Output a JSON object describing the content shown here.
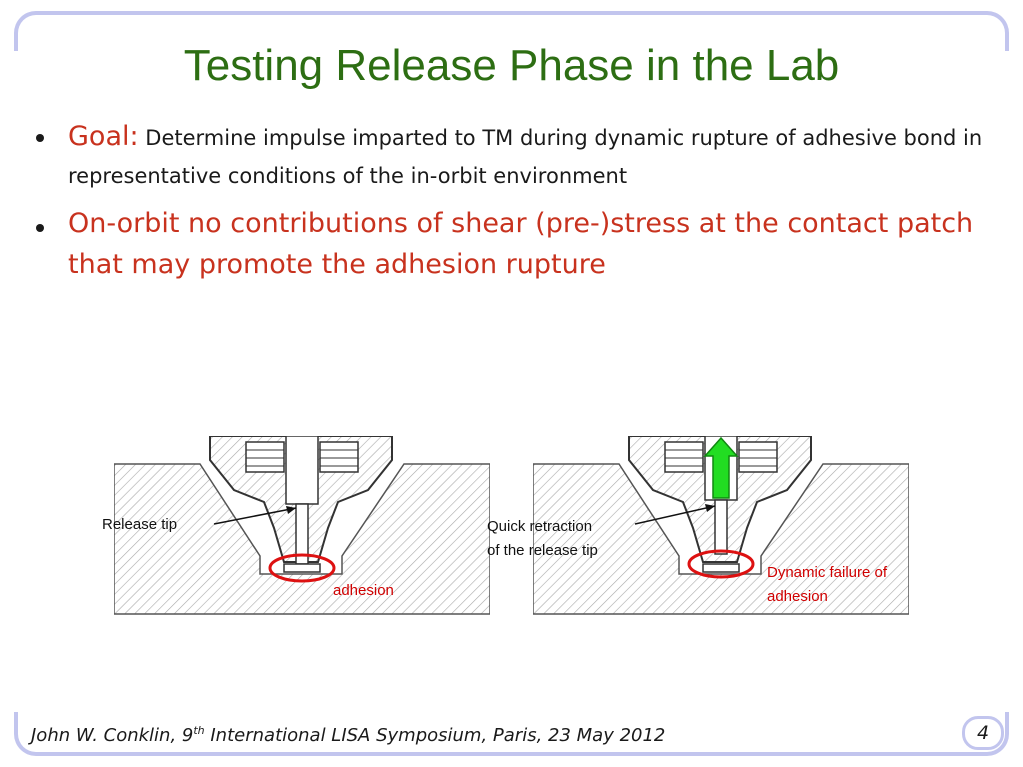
{
  "slide": {
    "title": "Testing Release Phase in the Lab",
    "bullets": [
      {
        "lead": "Goal:",
        "text": "Determine impulse imparted to TM during dynamic rupture of adhesive bond in representative conditions of the in-orbit environment"
      },
      {
        "text": "On-orbit no contributions of shear (pre-)stress at the contact patch that may promote the adhesion rupture"
      }
    ]
  },
  "diagram_left": {
    "label_tip": "Release tip",
    "label_adhesion": "adhesion"
  },
  "diagram_right": {
    "label_retraction_1": "Quick retraction",
    "label_retraction_2": "of the release tip",
    "label_failure_1": "Dynamic failure of",
    "label_failure_2": "adhesion"
  },
  "footer": {
    "author": "John W. Conklin, 9",
    "sup": "th",
    "event": " International LISA Symposium, Paris, 23 May 2012",
    "page_number": "4"
  },
  "colors": {
    "title": "#2d6e13",
    "accent_red": "#c8321e",
    "frame": "#c2c5ee",
    "arrow_green": "#22dd22"
  }
}
